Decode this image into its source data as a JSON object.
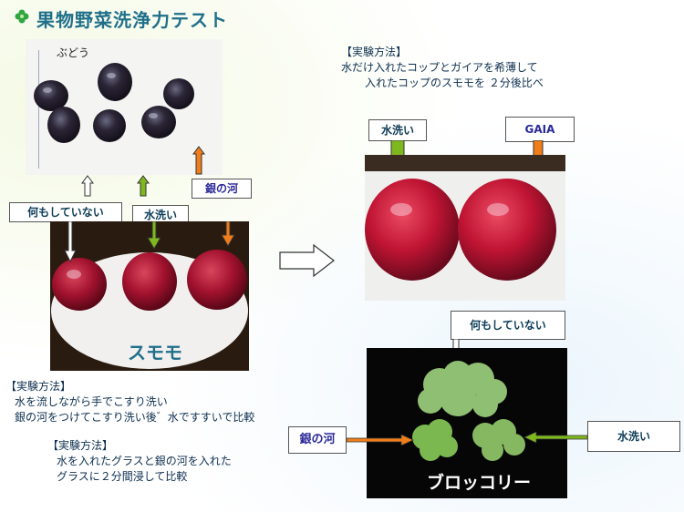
{
  "title": "果物野菜洗浄力テスト",
  "grape_label": "ぶどう",
  "left_labels": {
    "nothing": "何もしていない",
    "water": "水洗い",
    "ginga": "銀の河"
  },
  "sumomo_caption": "スモモ",
  "left_method": {
    "header": "【実験方法】",
    "line1": "水を流しながら手でこすり洗い",
    "line2": "銀の河をつけてこすり洗い後゛水ですすいで比較"
  },
  "second_method": {
    "header": "【実験方法】",
    "line1": "水を入れたグラスと銀の河を入れた",
    "line2": "グラスに２分間浸して比較"
  },
  "right_method": {
    "header": "【実験方法】",
    "line1": "水だけ入れたコップとガイアを希薄して",
    "line2": "入れたコップのスモモを ２分後比べ"
  },
  "right_labels": {
    "water": "水洗い",
    "gaia": "GAIA"
  },
  "broccoli_labels": {
    "nothing": "何もしていない",
    "ginga": "銀の河",
    "water": "水洗い"
  },
  "broccoli_caption": "ブロッコリー",
  "colors": {
    "title": "#1f6f8b",
    "water_arrow": "#7fb81e",
    "ginga_arrow": "#f07d1a",
    "plum": "#a3122f"
  }
}
